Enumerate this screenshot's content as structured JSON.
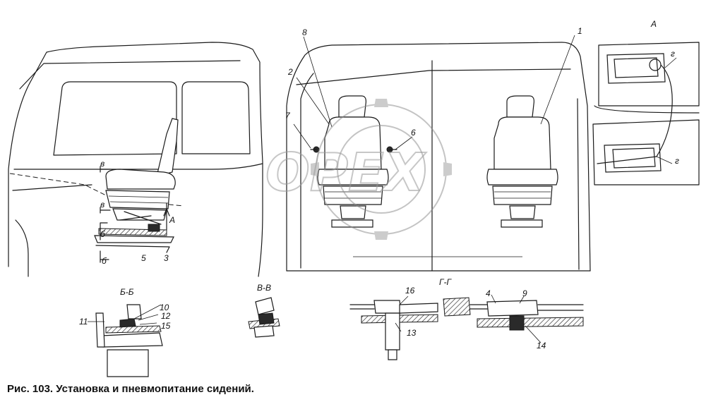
{
  "figure": {
    "caption": "Рис. 103. Установка и пневмопитание сидений.",
    "watermark": "OPEX"
  },
  "callouts": {
    "n1": "1",
    "n2": "2",
    "n3": "3",
    "n4": "4",
    "n5": "5",
    "n6": "6",
    "n7": "7",
    "n8": "8",
    "n9": "9",
    "n10": "10",
    "n11": "11",
    "n12": "12",
    "n13": "13",
    "n14": "14",
    "n15": "15",
    "n16": "16"
  },
  "sections": {
    "a_view": "А",
    "a_arrow": "А",
    "b_b": "Б-Б",
    "v_v": "В-В",
    "g_g": "Г-Г",
    "b_mark_1": "б",
    "b_mark_2": "б",
    "v_mark_1": "в",
    "v_mark_2": "в",
    "g_mark_1": "г",
    "g_mark_2": "г"
  }
}
